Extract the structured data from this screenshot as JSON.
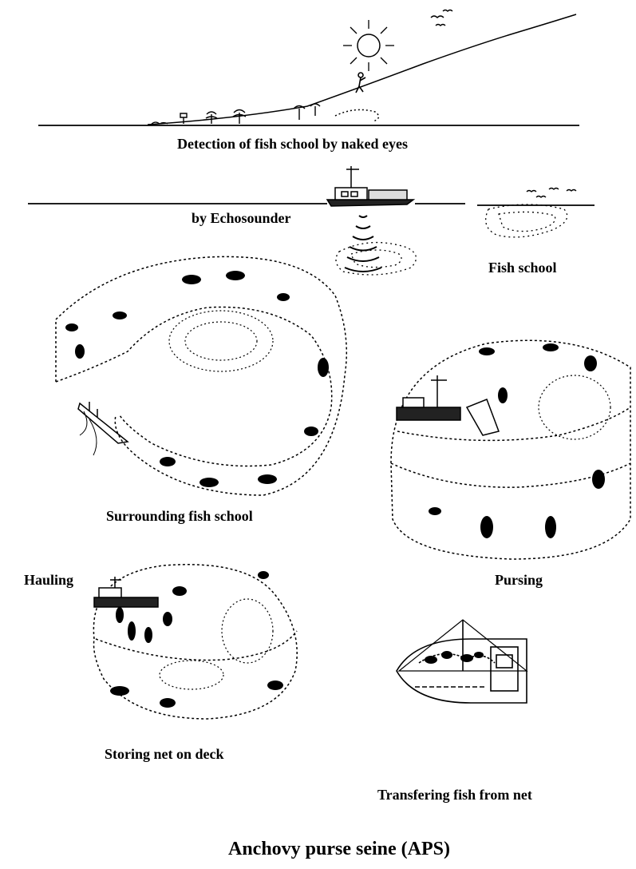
{
  "labels": {
    "detection": "Detection of fish school by naked eyes",
    "echosounder": "by Echosounder",
    "fish_school": "Fish school",
    "surrounding": "Surrounding fish school",
    "hauling": "Hauling",
    "pursing": "Pursing",
    "storing": "Storing net on deck",
    "transfering": "Transfering fish from net"
  },
  "title": "Anchovy purse seine (APS)",
  "colors": {
    "ink": "#000000",
    "background": "#ffffff"
  }
}
